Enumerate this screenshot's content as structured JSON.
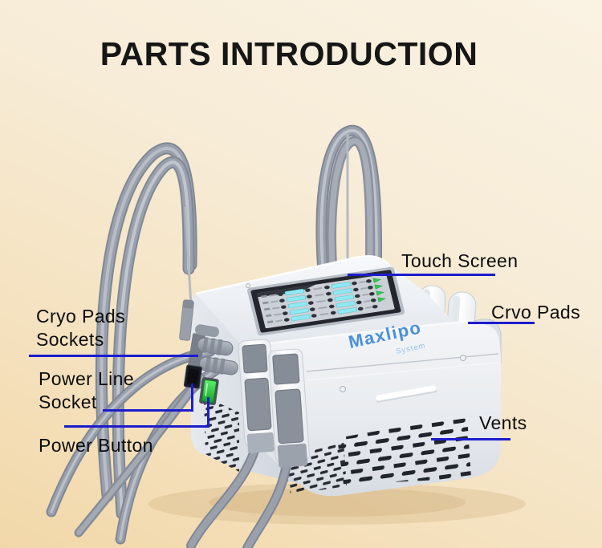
{
  "title": "PARTS INTRODUCTION",
  "device": {
    "brand": "Maxlipo",
    "brand_sub": "System"
  },
  "callouts": {
    "touch_screen": {
      "text": "Touch Screen"
    },
    "crvo_pads": {
      "text": "Crvo Pads"
    },
    "cryo_pads_sockets": {
      "line1": "Cryo Pads",
      "line2": "Sockets"
    },
    "power_line_socket": {
      "line1": "Power Line",
      "line2": "Socket"
    },
    "power_button": {
      "text": "Power Button"
    },
    "vents": {
      "text": "Vents"
    }
  },
  "colors": {
    "annotation_line": "#1c1ccd",
    "label_text": "#0c0c0c",
    "background_top": "#faf2e3",
    "background_bottom": "#f2d8a9",
    "brand_blue": "#4a90d8",
    "screen_bar_cyan": "#8fe9f2",
    "screen_triangle_green": "#2fc74b",
    "power_button_green": "#2ecc44",
    "cable_gray": "#9aa1ac"
  }
}
